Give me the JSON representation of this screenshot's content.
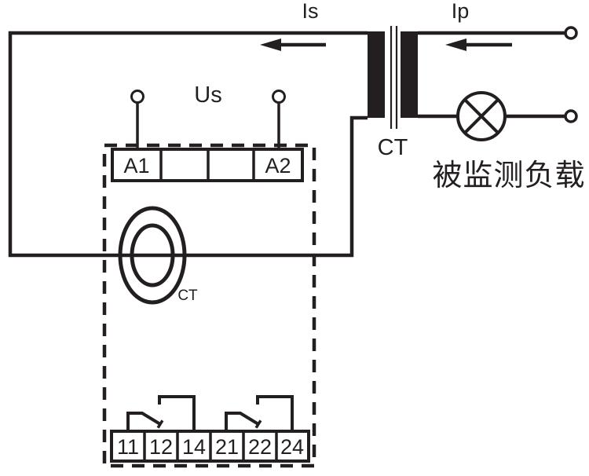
{
  "colors": {
    "ink": "#231f20",
    "background": "#ffffff"
  },
  "labels": {
    "secondary_current": "Is",
    "primary_current": "Ip",
    "supply_voltage": "Us",
    "transformer_ct": "CT",
    "coil_ct": "CT",
    "monitored_load": "被监测负载"
  },
  "power_terminal_block": {
    "cells": [
      "A1",
      "",
      "",
      "A2"
    ]
  },
  "relay_terminal_block": {
    "cells": [
      "11",
      "12",
      "14",
      "21",
      "22",
      "24"
    ]
  }
}
